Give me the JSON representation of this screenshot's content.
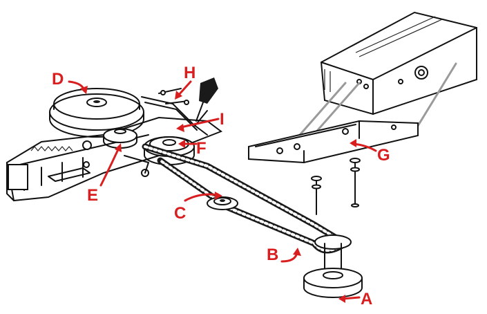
{
  "diagram": {
    "callouts": [
      {
        "id": "A",
        "label": "A"
      },
      {
        "id": "B",
        "label": "B"
      },
      {
        "id": "C",
        "label": "C"
      },
      {
        "id": "D",
        "label": "D"
      },
      {
        "id": "E",
        "label": "E"
      },
      {
        "id": "F",
        "label": "F"
      },
      {
        "id": "G",
        "label": "G"
      },
      {
        "id": "H",
        "label": "H"
      },
      {
        "id": "I",
        "label": "I"
      }
    ],
    "colors": {
      "callout": "#d81e1e",
      "line_art": "#111111",
      "support_rods": "#9a9a9a",
      "background": "#ffffff"
    }
  }
}
